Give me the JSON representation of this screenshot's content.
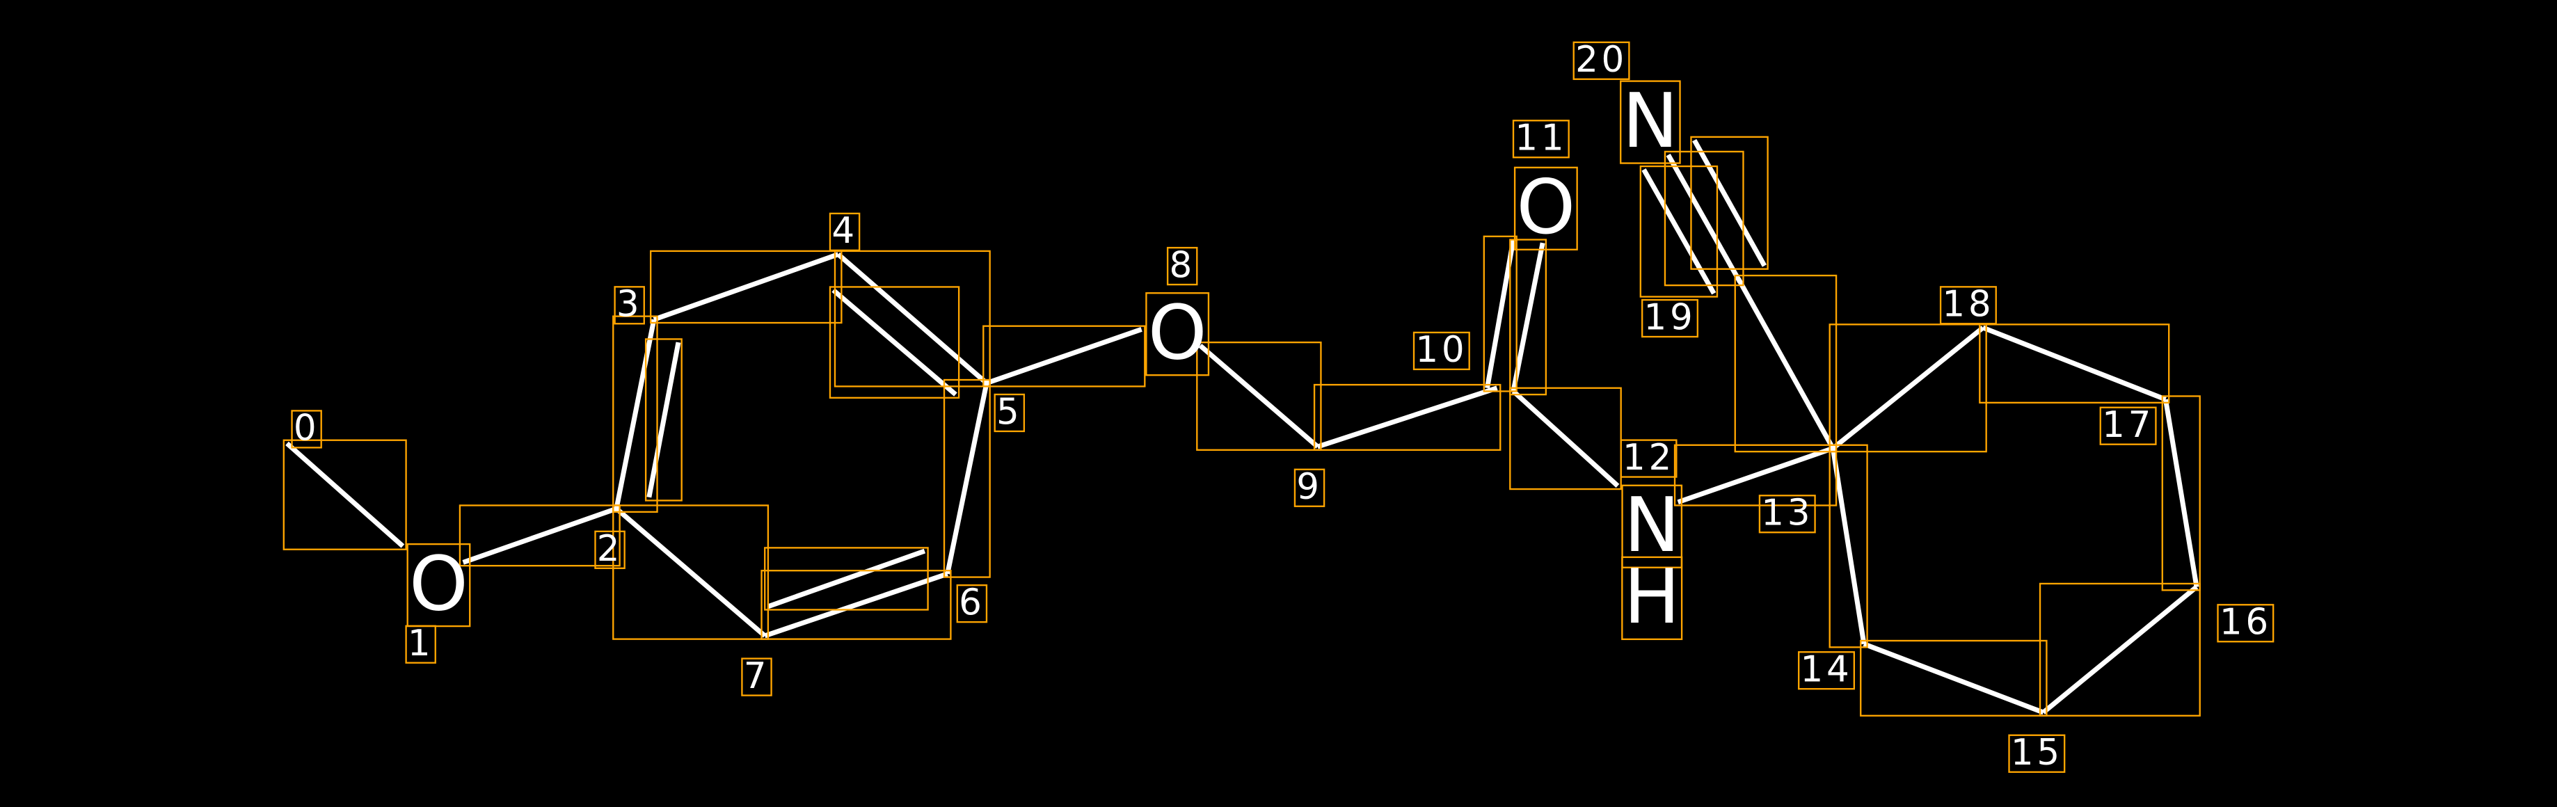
{
  "diagram": {
    "type": "molecule-annotation",
    "colors": {
      "background": "#000000",
      "bond": "#FFFFFF",
      "box": "#FFA500",
      "text": "#FFFFFF"
    },
    "atoms": [
      {
        "index": "0",
        "symbol": ""
      },
      {
        "index": "1",
        "symbol": "O"
      },
      {
        "index": "2",
        "symbol": ""
      },
      {
        "index": "3",
        "symbol": ""
      },
      {
        "index": "4",
        "symbol": ""
      },
      {
        "index": "5",
        "symbol": ""
      },
      {
        "index": "6",
        "symbol": ""
      },
      {
        "index": "7",
        "symbol": ""
      },
      {
        "index": "8",
        "symbol": "O"
      },
      {
        "index": "9",
        "symbol": ""
      },
      {
        "index": "10",
        "symbol": ""
      },
      {
        "index": "11",
        "symbol": "O"
      },
      {
        "index": "12",
        "symbol": "N",
        "symbol_sub": "H"
      },
      {
        "index": "13",
        "symbol": ""
      },
      {
        "index": "14",
        "symbol": ""
      },
      {
        "index": "15",
        "symbol": ""
      },
      {
        "index": "16",
        "symbol": ""
      },
      {
        "index": "17",
        "symbol": ""
      },
      {
        "index": "18",
        "symbol": ""
      },
      {
        "index": "19",
        "symbol": ""
      },
      {
        "index": "20",
        "symbol": "N"
      }
    ]
  }
}
